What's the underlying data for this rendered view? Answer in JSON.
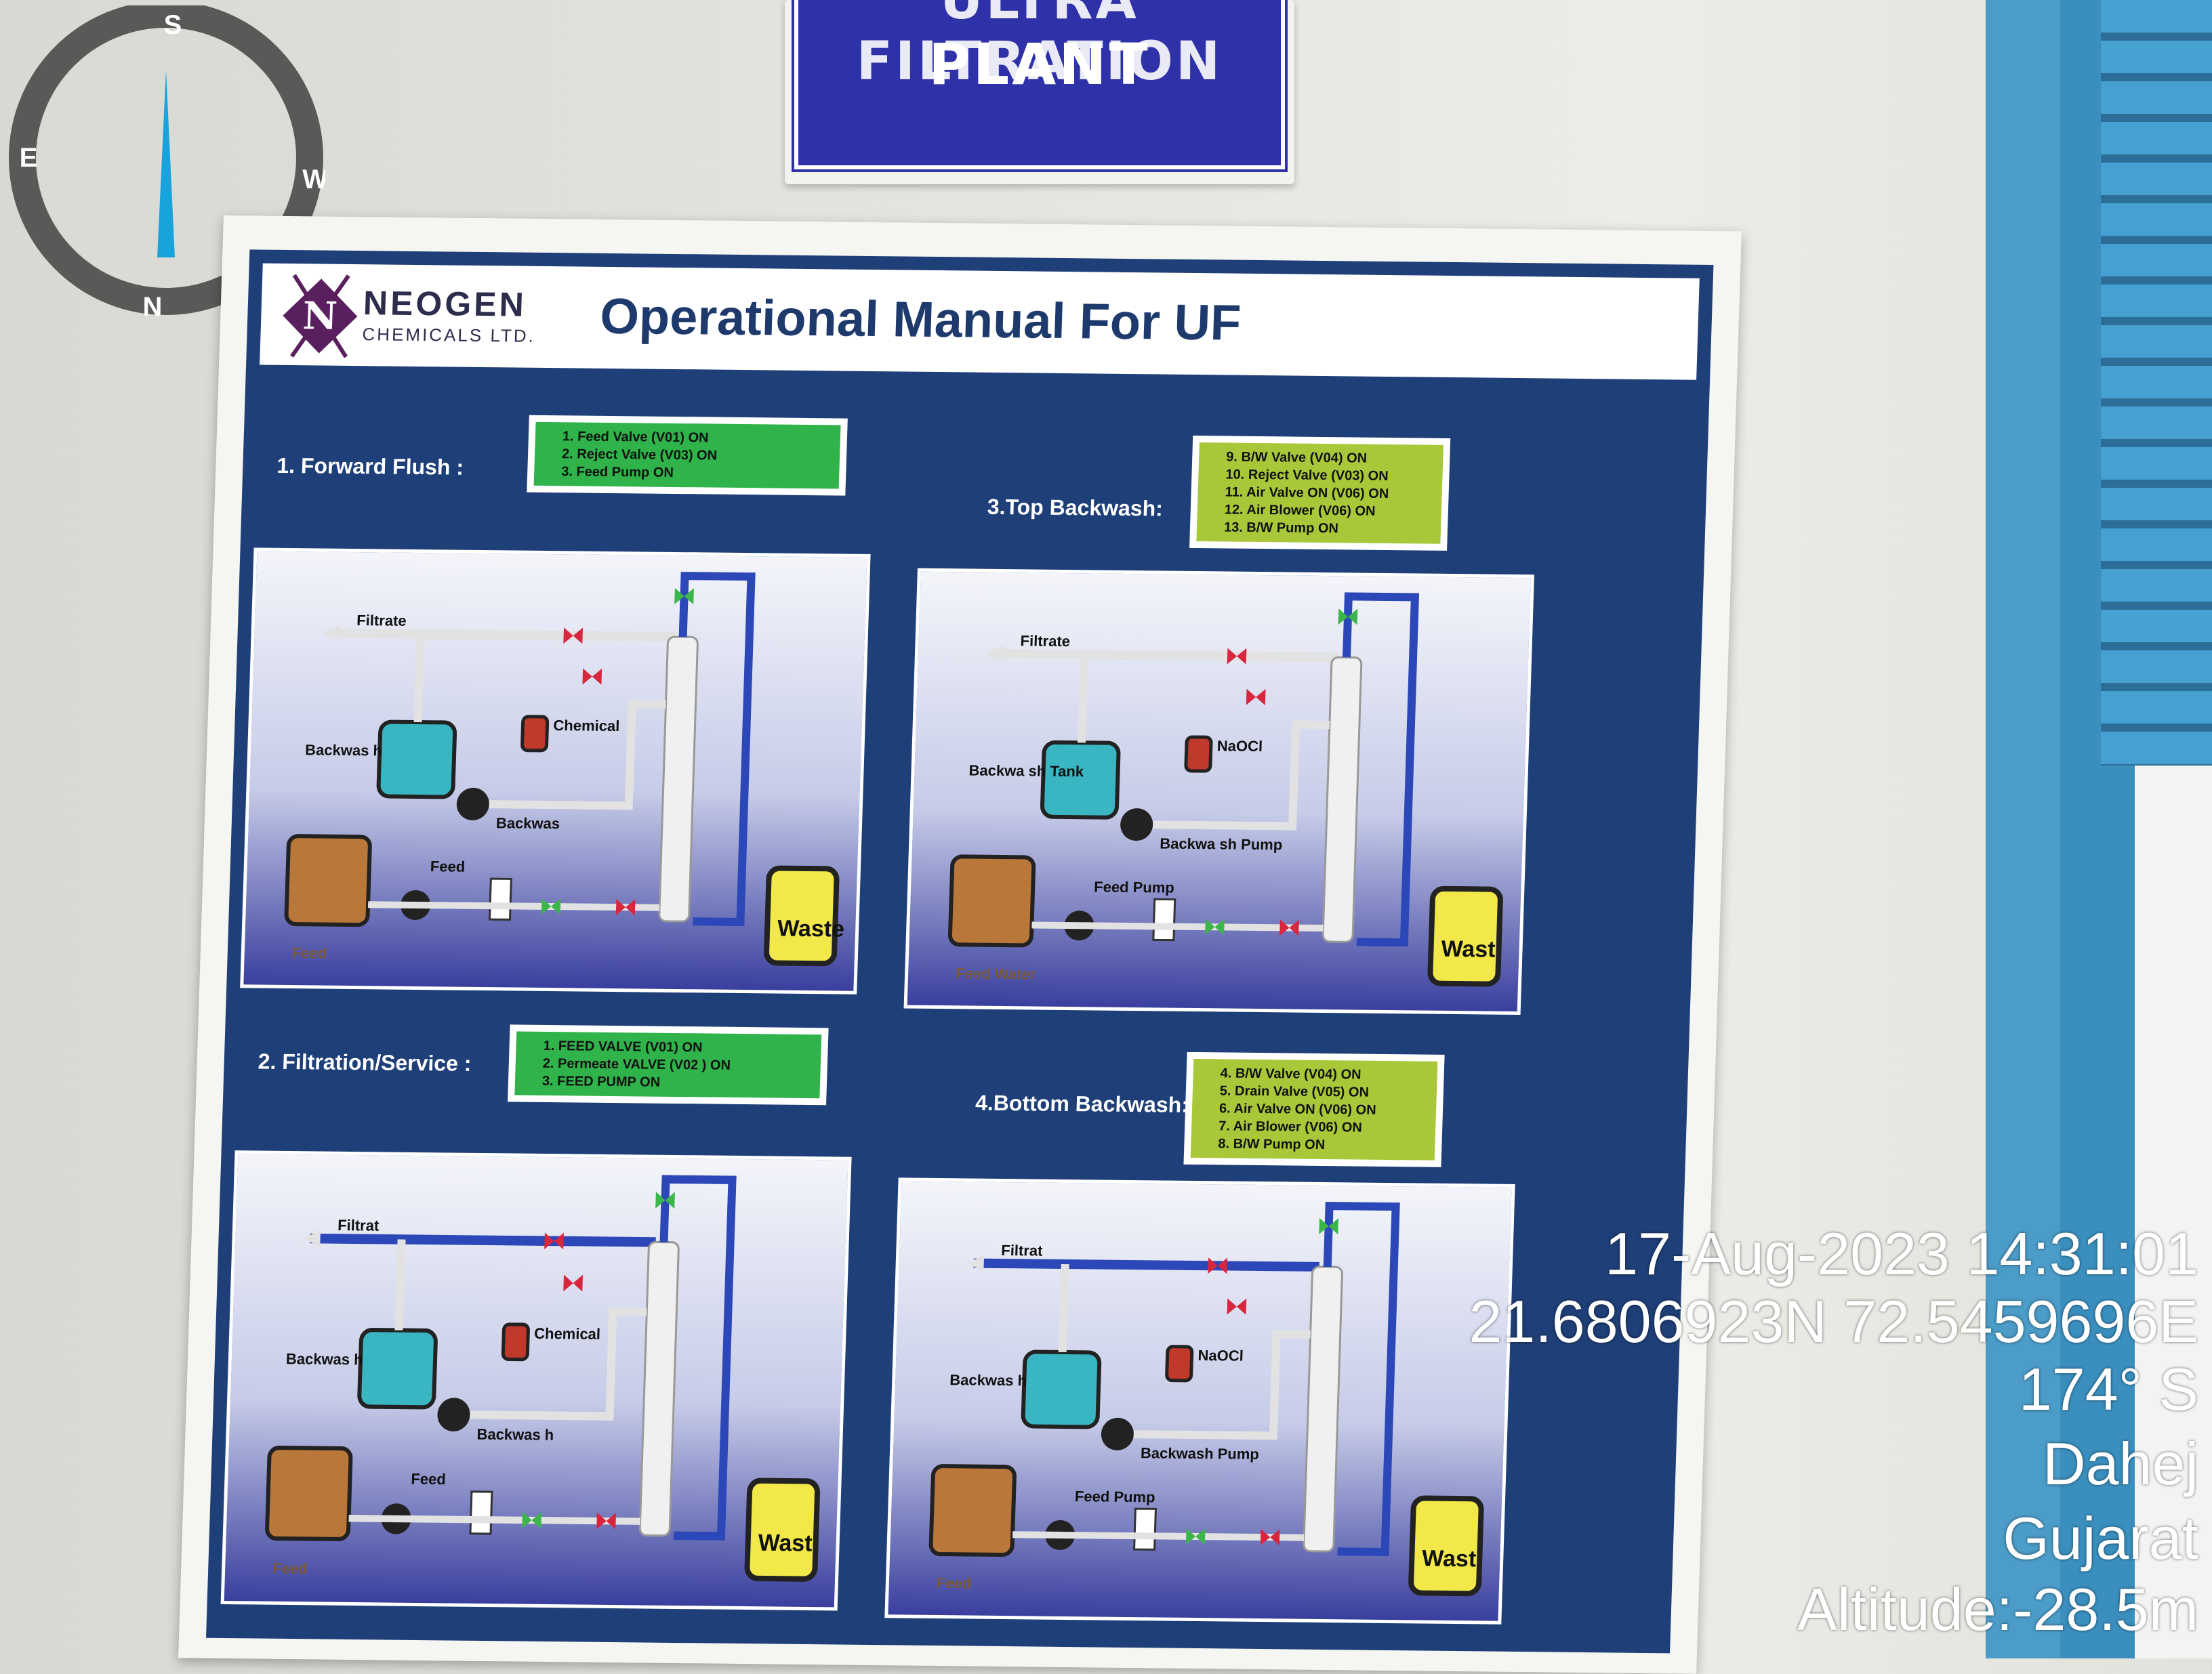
{
  "compass": {
    "n": "N",
    "s": "S",
    "e": "E",
    "w": "W"
  },
  "plate": {
    "line1": "ULTRA FILTRATION",
    "line2": "PLANT"
  },
  "logo": {
    "name": "NEOGEN",
    "sub": "CHEMICALS LTD."
  },
  "title": "Operational Manual For UF",
  "sections": [
    {
      "label": "1. Forward Flush :",
      "steps": [
        "1.    Feed Valve (V01) ON",
        "2.    Reject Valve (V03) ON",
        "3.    Feed Pump ON"
      ]
    },
    {
      "label": "3.Top Backwash:",
      "steps": [
        "9.    B/W Valve (V04) ON",
        "10.  Reject Valve (V03) ON",
        "11.  Air Valve ON (V06) ON",
        "12.  Air Blower (V06) ON",
        "13.  B/W Pump ON"
      ]
    },
    {
      "label": "2. Filtration/Service :",
      "steps": [
        "1.    FEED VALVE (V01) ON",
        "2.    Permeate  VALVE (V02 ) ON",
        "3.    FEED PUMP ON"
      ]
    },
    {
      "label": "4.Bottom Backwash:",
      "steps": [
        "4.    B/W Valve (V04) ON",
        "5.    Drain Valve (V05) ON",
        "6.    Air Valve ON (V06) ON",
        "7.    Air Blower (V06) ON",
        "8.    B/W Pump ON"
      ]
    }
  ],
  "panels": [
    {
      "filtrate": "Filtrate",
      "tank": "Backwas h",
      "chem": "Chemical",
      "pump": "Backwas",
      "feedpump": "Feed",
      "feed": "Feed",
      "waste": "Waste"
    },
    {
      "filtrate": "Filtrate",
      "tank": "Backwa sh Tank",
      "chem": "NaOCl",
      "pump": "Backwa sh Pump",
      "feedpump": "Feed Pump",
      "feed": "Feed Water",
      "waste": "Wast"
    },
    {
      "filtrate": "Filtrat",
      "tank": "Backwas h",
      "chem": "Chemical",
      "pump": "Backwas h",
      "feedpump": "Feed",
      "feed": "Feed",
      "waste": "Wast"
    },
    {
      "filtrate": "Filtrat",
      "tank": "Backwas h",
      "chem": "NaOCl",
      "pump": "Backwash Pump",
      "feedpump": "Feed Pump",
      "feed": "Feed",
      "waste": "Wast"
    }
  ],
  "overlay": {
    "datetime": "17-Aug-2023 14:31:01",
    "coords": "21.6806923N 72.5459696E",
    "heading": "174° S",
    "city": "Dahej",
    "state": "Gujarat",
    "altitude": "Altitude:-28.5m"
  },
  "colors": {
    "board_blue": "#1f3f78",
    "plate_blue": "#2e31a8",
    "step_green": "#2fb34a",
    "step_yellow": "#a8c83a",
    "door_blue": "#3a8fbf"
  }
}
